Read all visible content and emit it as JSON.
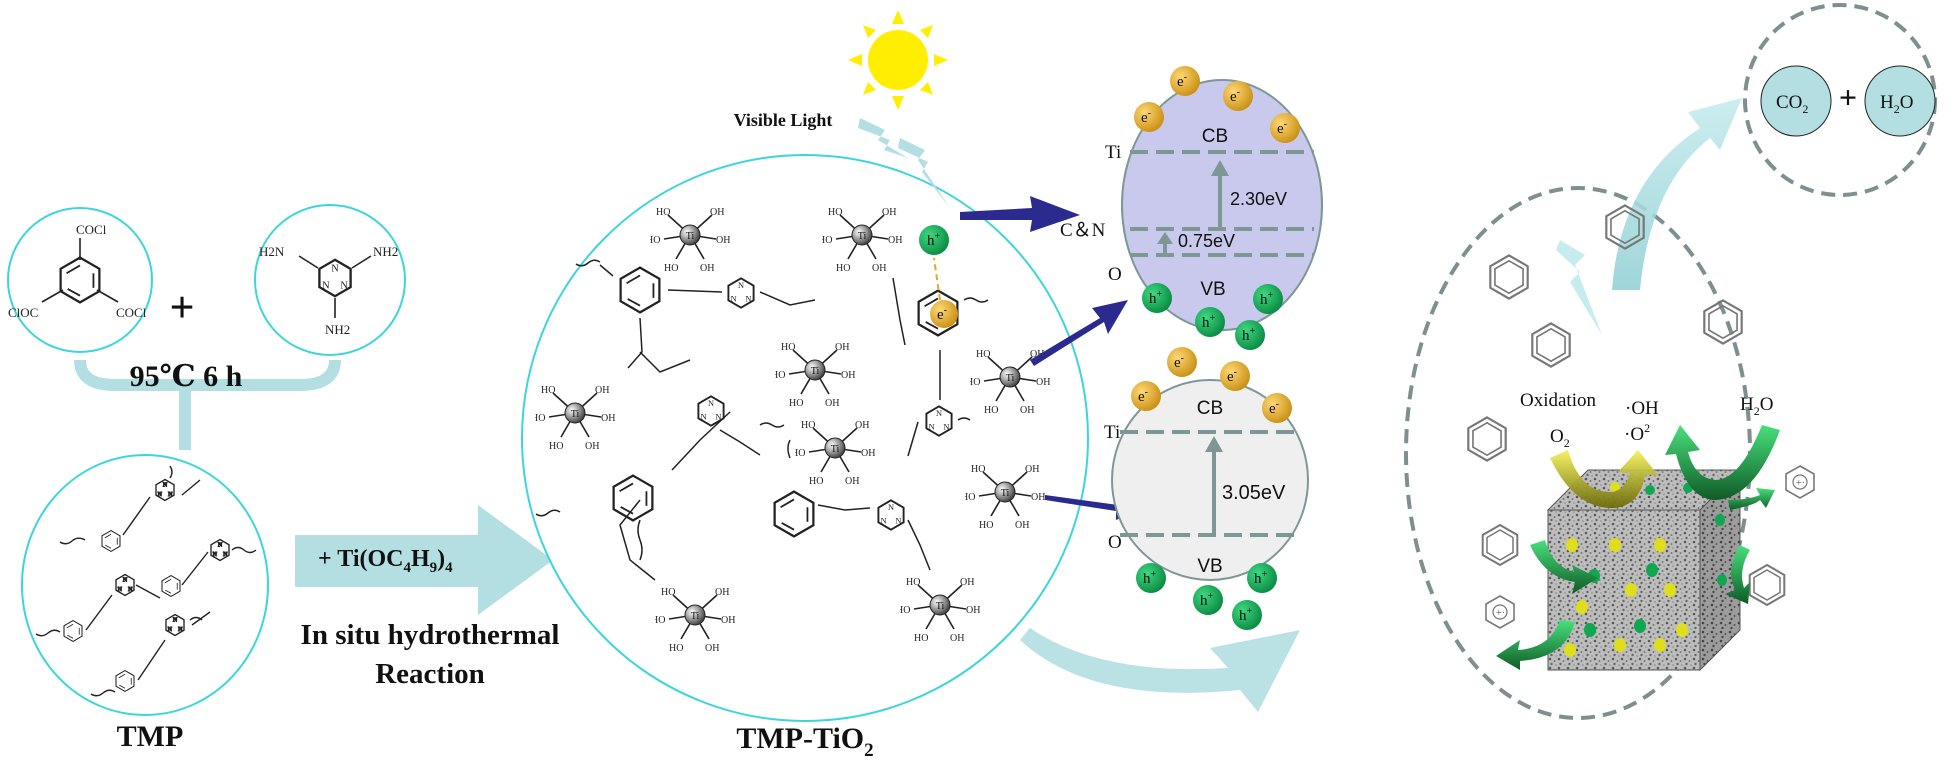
{
  "colors": {
    "cyan_line": "#3cd6d9",
    "pale_cyan": "#b3dfe2",
    "band_blue": "#c9c9ee",
    "band_gray": "#efefef",
    "band_line": "#7d9794",
    "electron_fill": "#e3a72a",
    "hole_fill": "#10a752",
    "navy_arrow": "#2b2b8f",
    "sun": "#ffee00",
    "dash_gray": "#7d8f8e",
    "green_arrow": "#2c9c47",
    "yellow_arrow": "#d2cf0f"
  },
  "reactants": {
    "left_molecule_labels": [
      "COCl",
      "ClOC",
      "COCl"
    ],
    "right_molecule_labels": [
      "H2N",
      "NH2",
      "NH2"
    ],
    "plus": "+",
    "condition": "95℃ 6 h"
  },
  "tmp": {
    "label": "TMP"
  },
  "reaction_arrow": {
    "reagent_prefix": "+ Ti(OC",
    "reagent_sub1": "4",
    "reagent_mid": "H",
    "reagent_sub2": "9",
    "reagent_suffix": ")",
    "reagent_sub3": "4",
    "line1": "In situ hydrothermal",
    "line2": "Reaction"
  },
  "composite": {
    "label_main": "TMP-TiO",
    "label_sub": "2",
    "light_label": "Visible Light",
    "ti_atom": "Ti",
    "h_plus": "h+",
    "e_minus": "e-"
  },
  "band_top": {
    "left_labels": [
      "Ti",
      "C＆N",
      "O"
    ],
    "cb": "CB",
    "vb": "VB",
    "gap_main": "2.30eV",
    "gap_small": "0.75eV",
    "electron": "e",
    "electron_sup": "-",
    "hole": "h",
    "hole_sup": "+"
  },
  "band_bottom": {
    "left_labels": [
      "Ti",
      "O"
    ],
    "cb": "CB",
    "vb": "VB",
    "gap": "3.05eV"
  },
  "mechanism": {
    "oxidation": "Oxidation",
    "o2": "O",
    "o2_sub": "2",
    "o2_radical": "·O",
    "o2_radical_sup": "2",
    "oh_radical": "·OH",
    "h2o_h": "H",
    "h2o_sub": "2",
    "h2o_o": "O",
    "plus_dot": "+·"
  },
  "products": {
    "co2_main": "CO",
    "co2_sub": "2",
    "h2o_h": "H",
    "h2o_sub": "2",
    "h2o_o": "O",
    "plus": "+"
  }
}
